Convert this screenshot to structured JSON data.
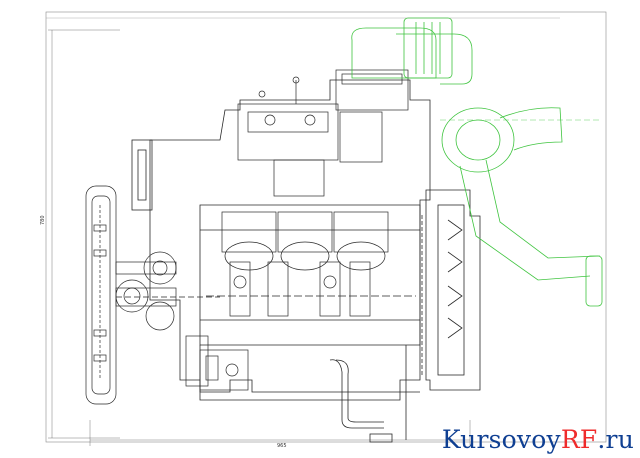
{
  "drawing": {
    "title": "",
    "dimension_width": "965",
    "dimension_height": "780"
  },
  "colors": {
    "linework": "#2a2a2a",
    "turbo_linework": "#3fc43f",
    "frame": "#7a7a7a",
    "watermark_blue": "#0f3f92",
    "watermark_red": "#ef2b2b"
  },
  "watermark": {
    "part1": "Kursovoy",
    "part2": "RF",
    "part3": ".ru"
  }
}
